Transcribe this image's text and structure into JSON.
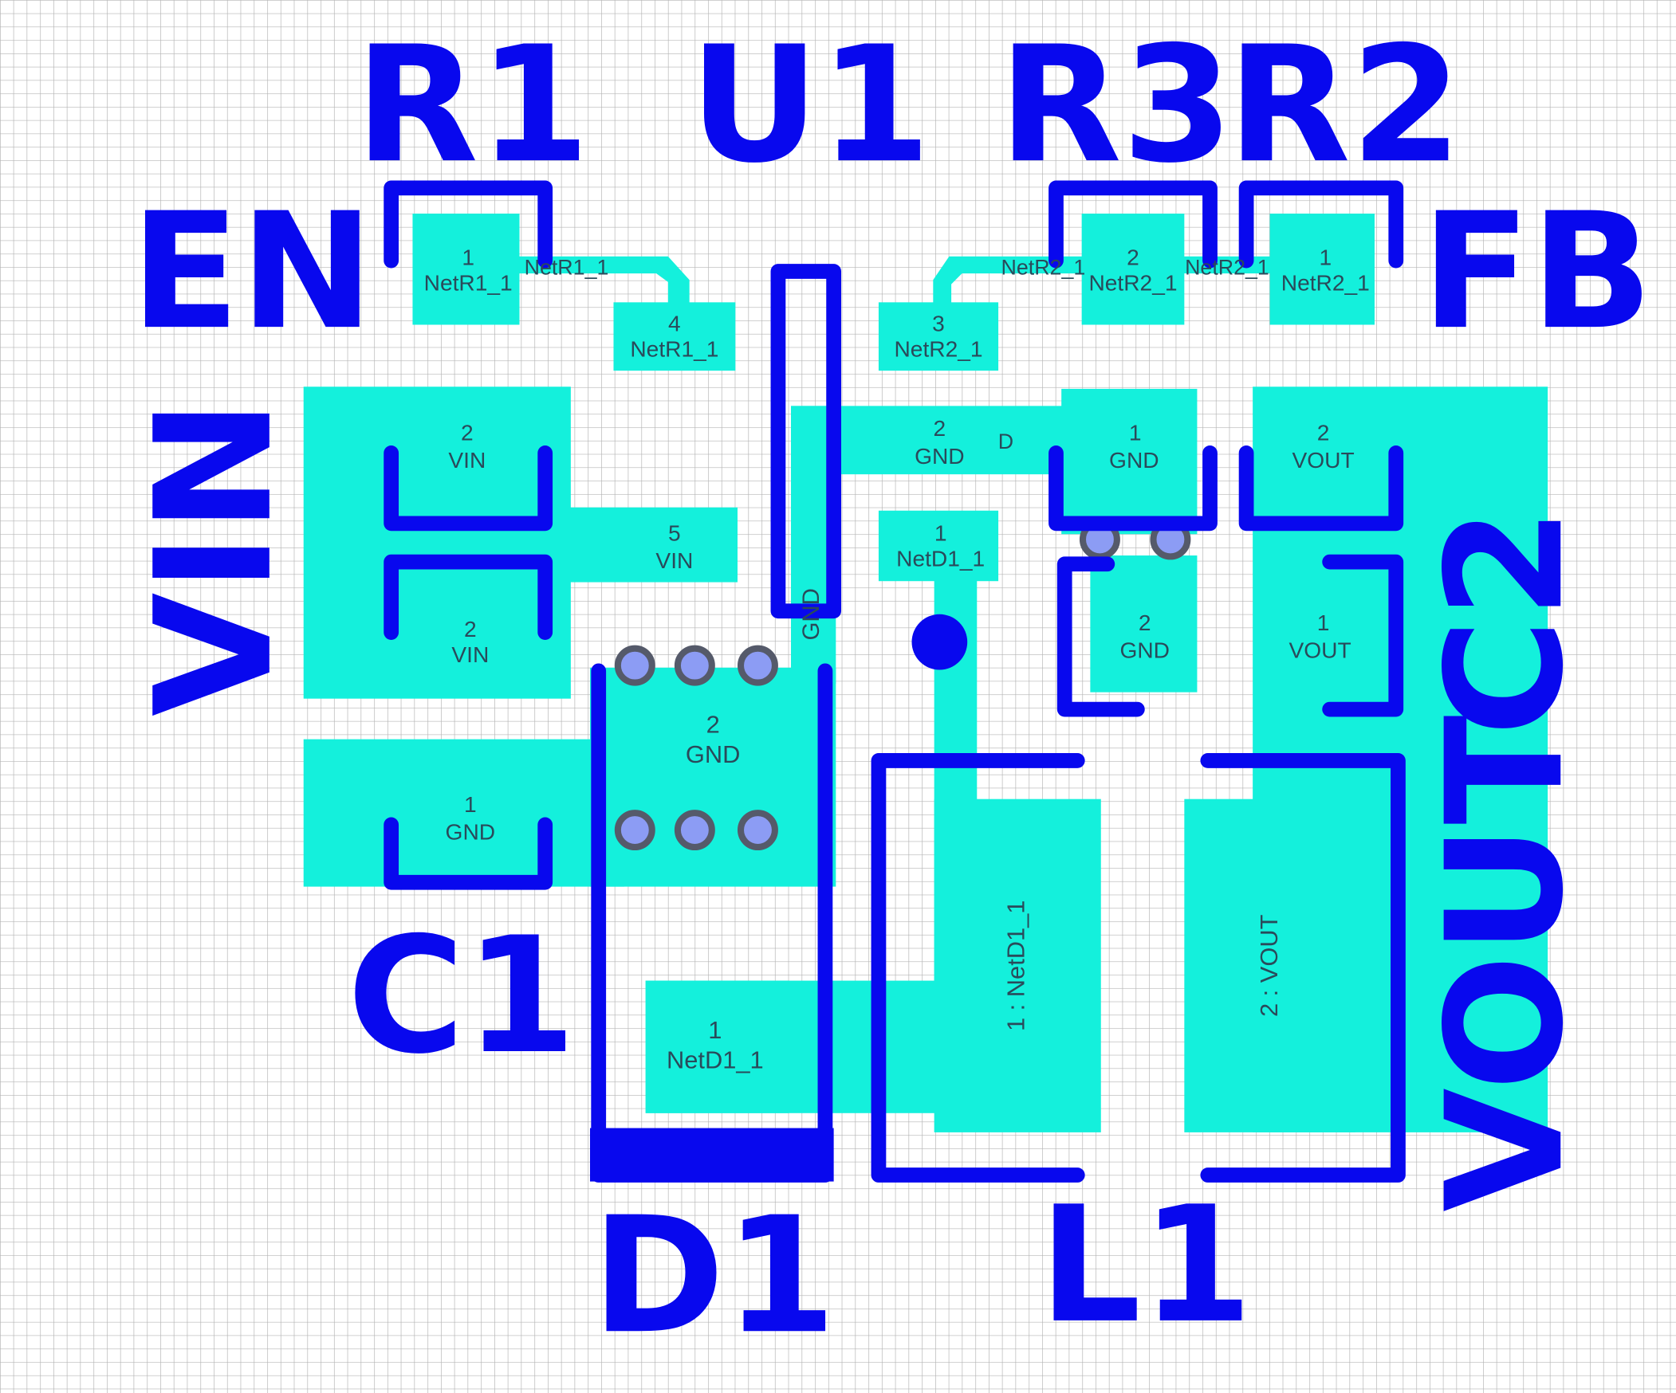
{
  "colors": {
    "background": "#ffffff",
    "grid": "#b4b4b4",
    "copper": "#14f0dc",
    "silkscreen": "#0808ee",
    "pad_text": "#2a4a5a",
    "via_ring": "#555a6a",
    "via_hole": "#8c9cf4"
  },
  "refdes": {
    "r1": "R1",
    "u1": "U1",
    "r3": "R3",
    "r2": "R2",
    "en": "EN",
    "fb": "FB",
    "vin": "VIN",
    "c1": "C1",
    "d1": "D1",
    "l1": "L1",
    "c2": "C2",
    "vout": "VOUT"
  },
  "pads": {
    "r1_p1": {
      "num": "1",
      "net": "NetR1_1"
    },
    "u1_p4": {
      "num": "4",
      "net": "NetR1_1"
    },
    "u1_p3": {
      "num": "3",
      "net": "NetR2_1"
    },
    "r3_p2": {
      "num": "2",
      "net": "NetR2_1"
    },
    "r2_p1": {
      "num": "1",
      "net": "NetR2_1"
    },
    "c1_p2": {
      "num": "2",
      "net": "VIN"
    },
    "cin_p2": {
      "num": "2",
      "net": "VIN"
    },
    "u1_p5": {
      "num": "5",
      "net": "VIN"
    },
    "u1_p2": {
      "num": "2",
      "net": "GND"
    },
    "r3_p1": {
      "num": "1",
      "net": "GND"
    },
    "c2_p2": {
      "num": "2",
      "net": "VOUT"
    },
    "u1_p1": {
      "num": "1",
      "net": "NetD1_1"
    },
    "r3b_p2": {
      "num": "2",
      "net": "GND"
    },
    "c2_p1": {
      "num": "1",
      "net": "VOUT"
    },
    "d1_p2": {
      "num": "2",
      "net": "GND"
    },
    "c1_p1": {
      "num": "1",
      "net": "GND"
    },
    "d1_p1": {
      "num": "1",
      "net": "NetD1_1"
    },
    "l1_p1": "1 : NetD1_1",
    "l1_p2": "2 : VOUT"
  },
  "trace_labels": {
    "r1_trace": "NetR1_1",
    "r2_trace_left": "NetR2_1",
    "r2_trace_mid": "NetR2_1",
    "gnd_d": "D",
    "gnd_vertical": "GND"
  }
}
